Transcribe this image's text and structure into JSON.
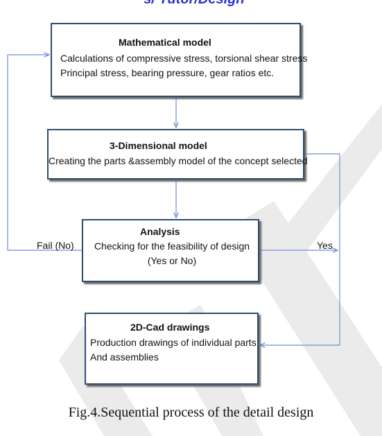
{
  "header_fragment": "s/ Tutor/Design",
  "nodes": {
    "math": {
      "title": "Mathematical model",
      "line1": "Calculations of compressive stress, torsional shear stress",
      "line2": "Principal stress, bearing pressure, gear ratios etc."
    },
    "model3d": {
      "title": "3-Dimensional model",
      "line1": "Creating the parts &assembly model of the concept selected"
    },
    "analysis": {
      "title": "Analysis",
      "line1": "Checking for the feasibility of design",
      "line2": "(Yes or No)"
    },
    "cad2d": {
      "title": "2D-Cad drawings",
      "line1": "Production drawings of individual parts",
      "line2": "And assemblies"
    }
  },
  "edges": {
    "fail_label": "Fail (No)",
    "yes_label": "Yes"
  },
  "caption": "Fig.4.Sequential process of the detail design",
  "colors": {
    "connector": "#6d8fd6",
    "box_border": "#2b4d6e",
    "watermark": "#e6e6e6"
  }
}
